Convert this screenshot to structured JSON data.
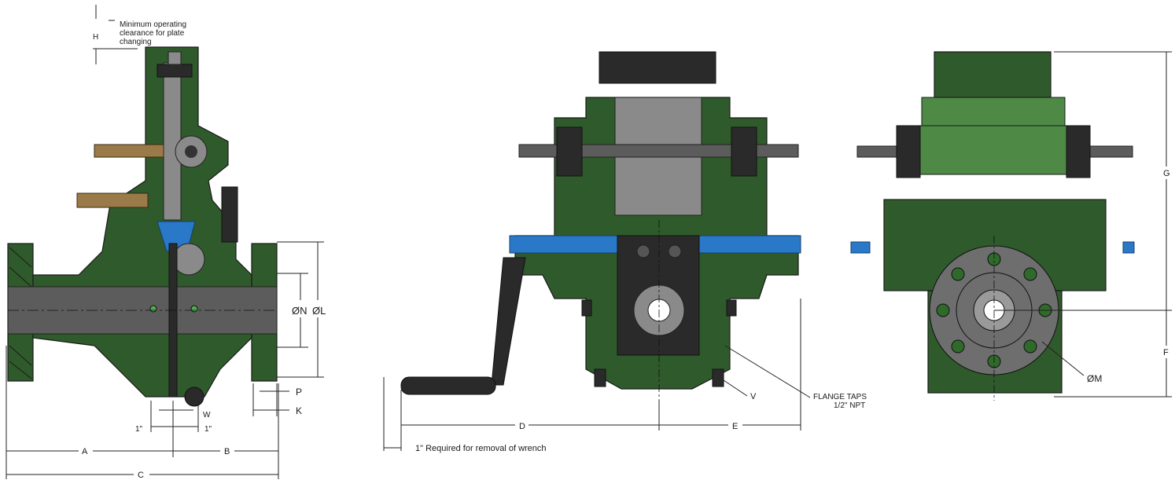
{
  "notes": {
    "clearance": [
      "Minimum operating",
      "clearance for plate",
      "changing"
    ],
    "wrench_removal": "1\" Required for removal of wrench",
    "flange_taps": [
      "FLANGE TAPS",
      "1/2\" NPT"
    ]
  },
  "dimensions": {
    "H": "H",
    "N": "ØN",
    "L": "ØL",
    "P": "P",
    "K": "K",
    "W": "W",
    "one_inch_left": "1\"",
    "one_inch_right": "1\"",
    "A": "A",
    "B": "B",
    "C": "C",
    "D": "D",
    "E": "E",
    "V": "V",
    "G": "G",
    "F": "F",
    "M": "ØM"
  },
  "colors": {
    "body_green": "#2f5a2b",
    "plate_blue": "#2a78c8",
    "steel": "#5c5c5c"
  }
}
